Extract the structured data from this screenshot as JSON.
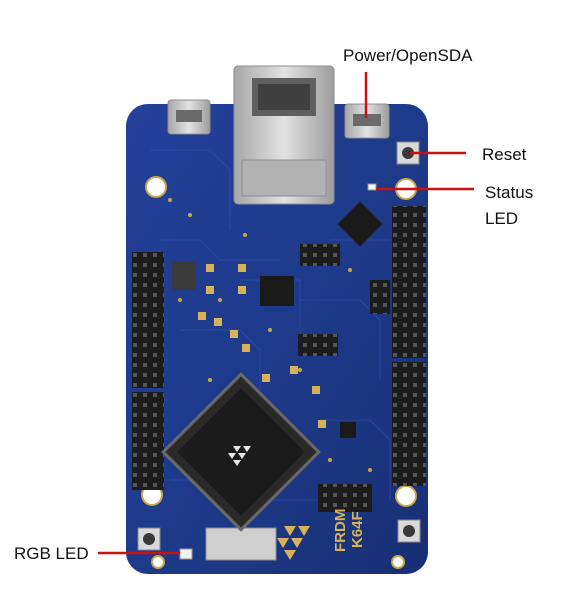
{
  "board": {
    "silk_model": "FRDM",
    "silk_part": "K64F",
    "logo": "freescale-logo-icon"
  },
  "callouts": {
    "power": "Power/OpenSDA",
    "reset": "Reset",
    "status_line1": "Status",
    "status_line2": "LED",
    "rgb": "RGB LED"
  },
  "colors": {
    "pcb": "#1e3a8a",
    "callout_line": "#cc1111",
    "header": "#1c1c1c",
    "metal": "#c9c9c9",
    "gold": "#d8b25a"
  }
}
